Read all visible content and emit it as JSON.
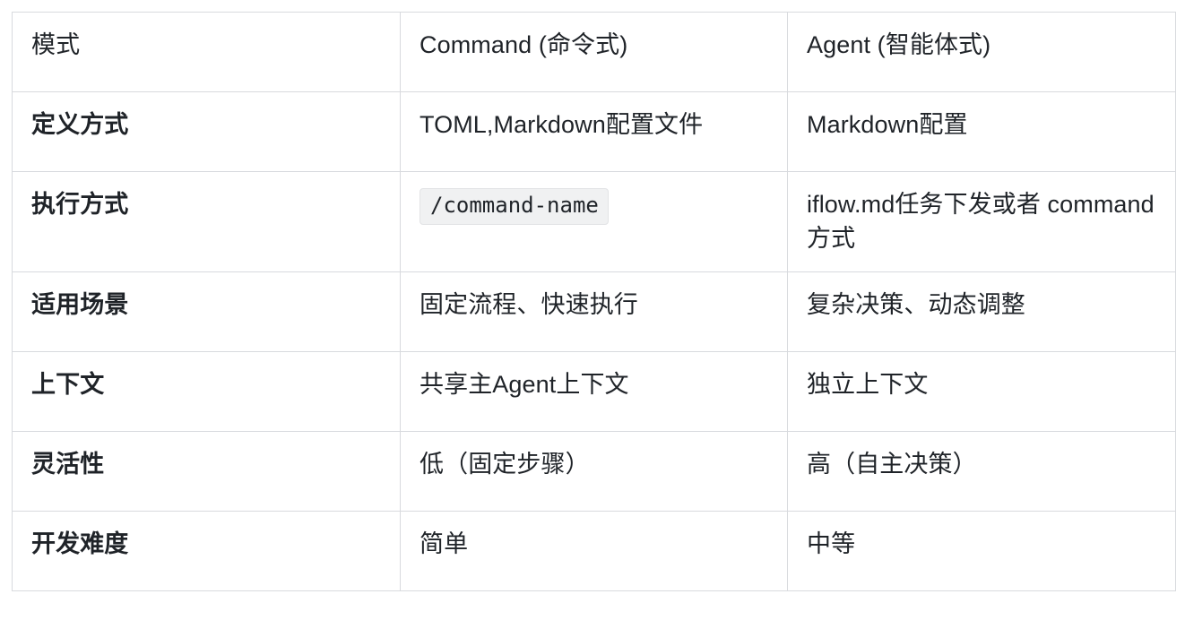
{
  "table": {
    "columns": [
      {
        "key": "attribute",
        "header": "模式"
      },
      {
        "key": "command",
        "header": "Command (命令式)"
      },
      {
        "key": "agent",
        "header": "Agent (智能体式)"
      }
    ],
    "rows": [
      {
        "attribute": "定义方式",
        "command": "TOML,Markdown配置文件",
        "command_is_code": false,
        "agent": "Markdown配置"
      },
      {
        "attribute": "执行方式",
        "command": "/command-name",
        "command_is_code": true,
        "agent": "iflow.md任务下发或者 command方式"
      },
      {
        "attribute": "适用场景",
        "command": "固定流程、快速执行",
        "command_is_code": false,
        "agent": "复杂决策、动态调整"
      },
      {
        "attribute": "上下文",
        "command": "共享主Agent上下文",
        "command_is_code": false,
        "agent": "独立上下文"
      },
      {
        "attribute": "灵活性",
        "command": "低（固定步骤）",
        "command_is_code": false,
        "agent": "高（自主决策）"
      },
      {
        "attribute": "开发难度",
        "command": "简单",
        "command_is_code": false,
        "agent": "中等"
      }
    ]
  },
  "style": {
    "border_color": "#d8dade",
    "text_color": "#1f2328",
    "code_background": "#f0f1f2",
    "code_border": "#e2e3e5",
    "page_background": "#ffffff"
  }
}
